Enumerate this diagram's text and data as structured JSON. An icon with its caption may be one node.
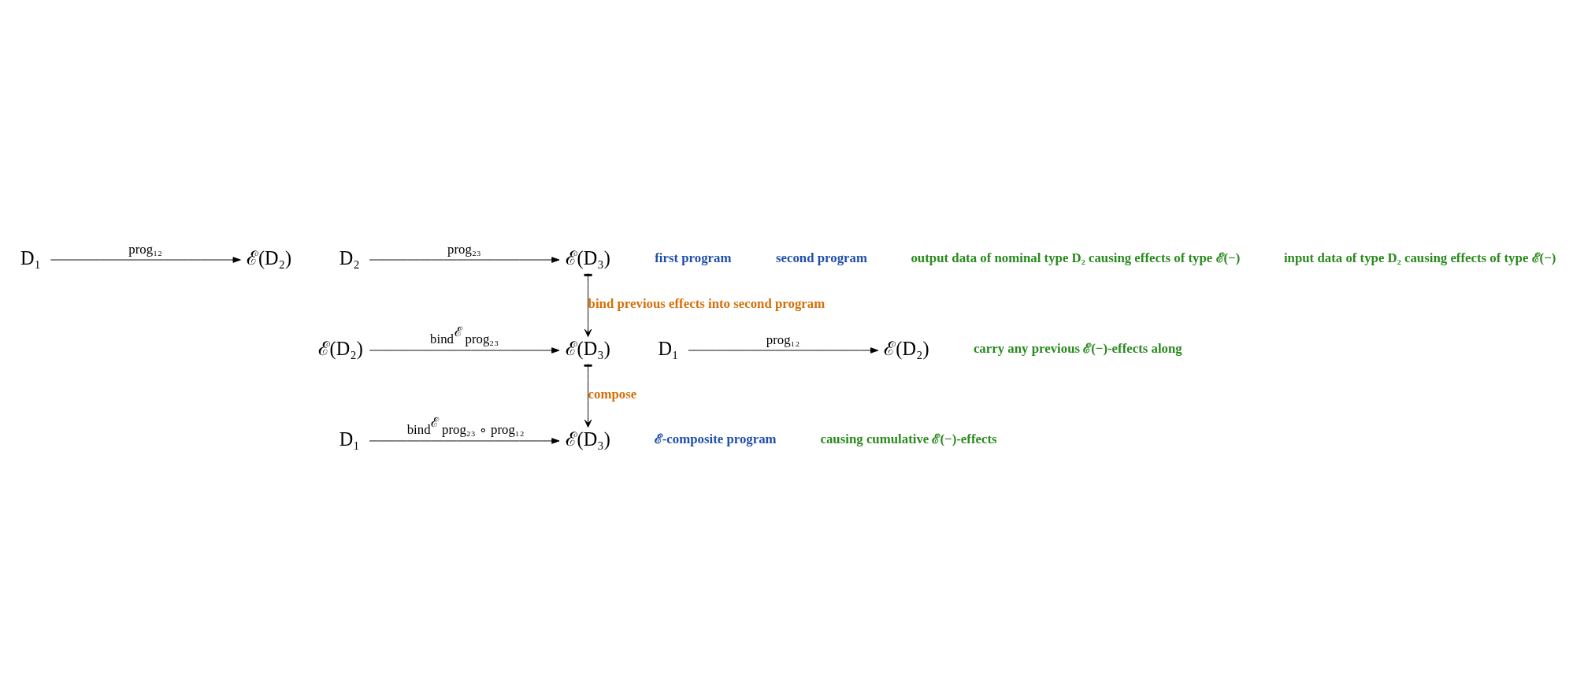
{
  "diagram": {
    "nodes": [
      {
        "text": [
          "D₁"
        ]
      },
      {
        "text": [
          "ℰ(D₂)"
        ]
      },
      {
        "text": [
          "D₂"
        ]
      },
      {
        "text": [
          "ℰ(D₃)"
        ]
      },
      {
        "text": [
          "D₁"
        ]
      },
      {
        "text": [
          "ℰ(D₂)"
        ]
      },
      {
        "text": [
          "ℰ(D₂)"
        ]
      },
      {
        "text": [
          "ℰ(D₃)"
        ]
      },
      {
        "text": [
          "D₁"
        ]
      },
      {
        "text": [
          "ℰ(D₃)"
        ]
      }
    ],
    "edges": [
      {
        "from": 0,
        "to": 1,
        "arrow": "to",
        "label": "prog₁₂"
      },
      {
        "from": 2,
        "to": 3,
        "arrow": "to",
        "label": "prog₂₃"
      },
      {
        "from": 4,
        "to": 5,
        "arrow": "to",
        "label": "prog₁₂"
      },
      {
        "from": 6,
        "to": 7,
        "arrow": "to",
        "label": "bind$^{ℰ}$ prog₂₃"
      },
      {
        "from": 8,
        "to": 9,
        "arrow": "to",
        "label": "bind$^{ℰ}$ prog₂₃ ∘ prog₁₂"
      },
      {
        "from": 3,
        "to": 7,
        "arrow": "to",
        "label": "bind previous effects into second program",
        "color": "#000000"
      },
      {
        "from": 7,
        "to": 9,
        "arrow": "to",
        "label": "compose",
        "color": "#000000"
      }
    ],
    "labels": [
      "first program",
      "second program",
      "output data of nominal type D₂ causing effects of type ℰ(−)",
      "input data of type D₂ causing effects of type ℰ(−)",
      "carry any previous ℰ(−)-effects along",
      "ℰ-composite program",
      "causing cumulative ℰ(−)-effects"
    ]
  }
}
